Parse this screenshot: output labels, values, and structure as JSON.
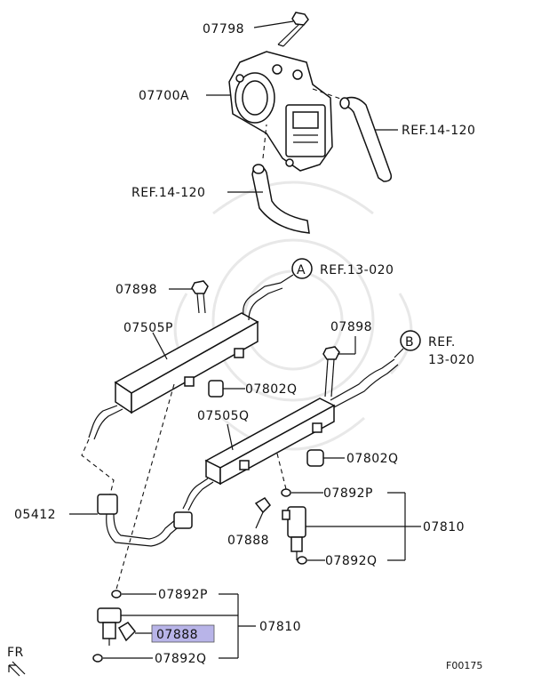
{
  "parts": {
    "p07798": "07798",
    "p07700A": "07700A",
    "ref_14_120_right": "REF.14-120",
    "ref_14_120_left": "REF.14-120",
    "ref_a": "REF.13-020",
    "marker_a": "A",
    "marker_b": "B",
    "ref_b_line1": "REF.",
    "ref_b_line2": "13-020",
    "p07898_left": "07898",
    "p07898_right": "07898",
    "p07505P": "07505P",
    "p07505Q": "07505Q",
    "p07802Q_upper": "07802Q",
    "p07802Q_lower": "07802Q",
    "p07892P_right": "07892P",
    "p07892Q_right": "07892Q",
    "p07810_right": "07810",
    "p07888_right": "07888",
    "p05412": "05412",
    "p07892P_bottom": "07892P",
    "p07888_highlight": "07888",
    "p07810_bottom": "07810",
    "p07892Q_bottom": "07892Q",
    "fr": "FR",
    "figure_code": "F00175"
  },
  "highlight_color": "#b8b4e8",
  "icons": [
    "fr-arrow-icon"
  ]
}
